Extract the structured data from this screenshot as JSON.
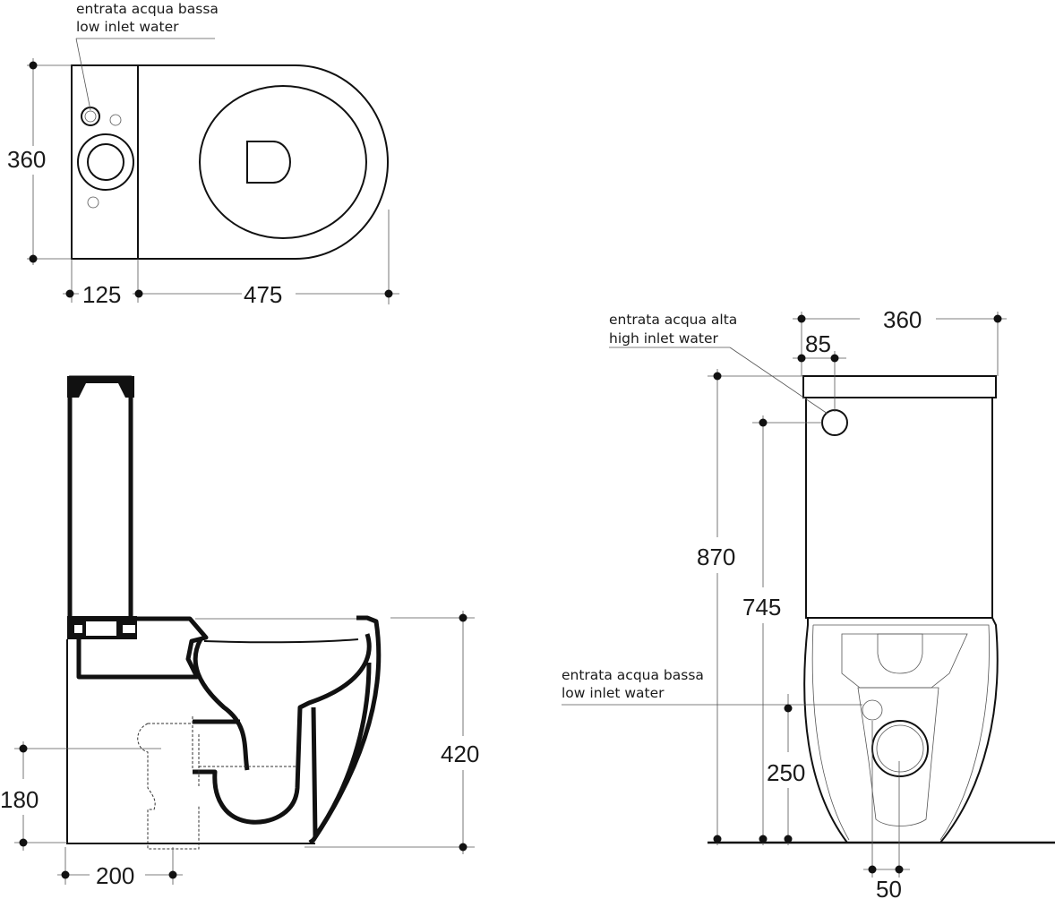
{
  "top_view": {
    "note_it": "entrata acqua bassa",
    "note_en": "low inlet water",
    "dim_width": "360",
    "dim_tank": "125",
    "dim_bowl": "475"
  },
  "side_view": {
    "dim_height": "420",
    "dim_outlet_height": "180",
    "dim_outlet_distance": "200"
  },
  "back_view": {
    "high_note_it": "entrata acqua alta",
    "high_note_en": "high inlet water",
    "low_note_it": "entrata acqua bassa",
    "low_note_en": "low inlet water",
    "dim_width": "360",
    "dim_inlet_offset": "85",
    "dim_total_height": "870",
    "dim_high_inlet_height": "745",
    "dim_low_inlet_height": "250",
    "dim_low_inlet_offset": "50"
  }
}
